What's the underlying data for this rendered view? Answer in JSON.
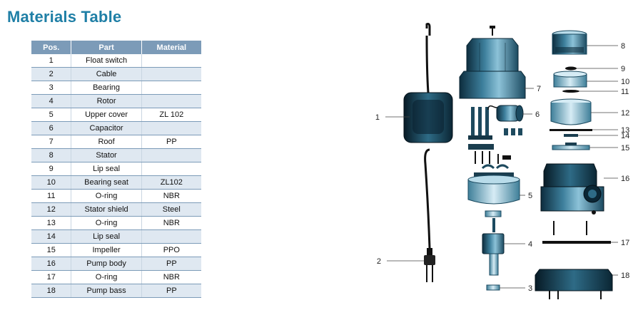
{
  "title": "Materials Table",
  "table": {
    "headers": [
      "Pos.",
      "Part",
      "Material"
    ],
    "rows": [
      [
        "1",
        "Float switch",
        ""
      ],
      [
        "2",
        "Cable",
        ""
      ],
      [
        "3",
        "Bearing",
        ""
      ],
      [
        "4",
        "Rotor",
        ""
      ],
      [
        "5",
        "Upper cover",
        "ZL 102"
      ],
      [
        "6",
        "Capacitor",
        ""
      ],
      [
        "7",
        "Roof",
        "PP"
      ],
      [
        "8",
        "Stator",
        ""
      ],
      [
        "9",
        "Lip seal",
        ""
      ],
      [
        "10",
        "Bearing seat",
        "ZL102"
      ],
      [
        "11",
        "O-ring",
        "NBR"
      ],
      [
        "12",
        "Stator shield",
        "Steel"
      ],
      [
        "13",
        "O-ring",
        "NBR"
      ],
      [
        "14",
        "Lip seal",
        ""
      ],
      [
        "15",
        "Impeller",
        "PPO"
      ],
      [
        "16",
        "Pump body",
        "PP"
      ],
      [
        "17",
        "O-ring",
        "NBR"
      ],
      [
        "18",
        "Pump bass",
        "PP"
      ]
    ]
  },
  "diagram": {
    "callouts": [
      "1",
      "2",
      "3",
      "4",
      "5",
      "6",
      "7",
      "8",
      "9",
      "10",
      "11",
      "12",
      "13",
      "14",
      "15",
      "16",
      "17",
      "18"
    ]
  }
}
